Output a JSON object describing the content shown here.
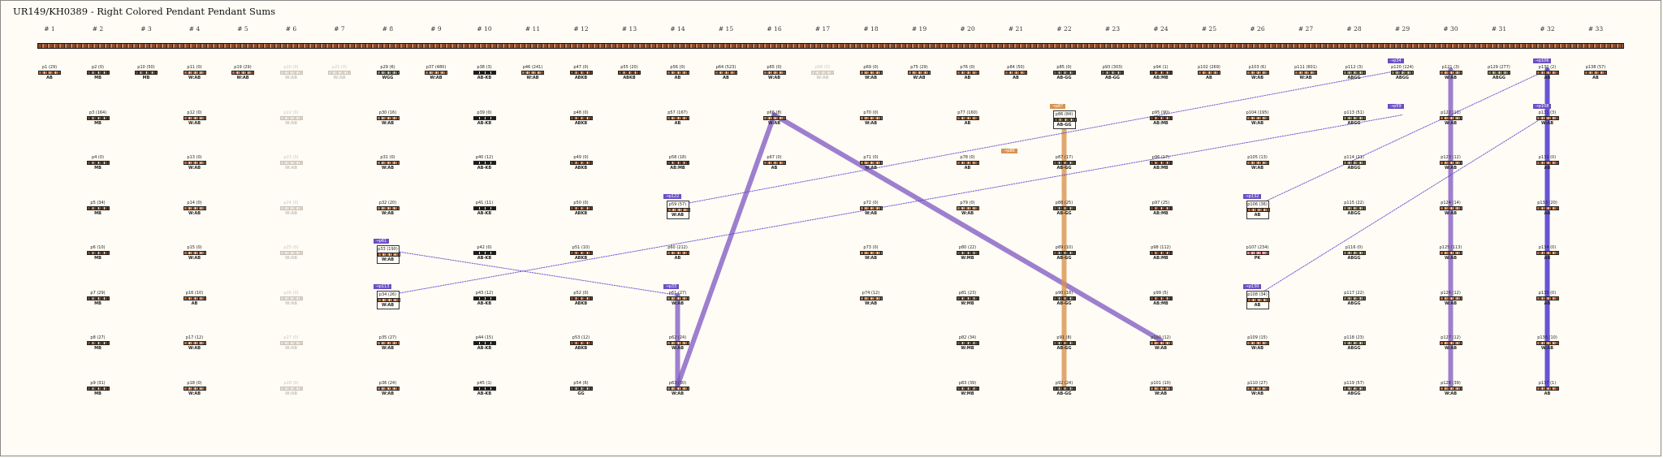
{
  "title": "UR149/KH0389 - Right Colored Pendant Pendant Sums",
  "columns": [
    "# 1",
    "# 2",
    "# 3",
    "# 4",
    "# 5",
    "# 6",
    "# 7",
    "# 8",
    "# 9",
    "# 10",
    "# 11",
    "# 12",
    "# 13",
    "# 14",
    "# 15",
    "# 16",
    "# 17",
    "# 18",
    "# 19",
    "# 20",
    "# 21",
    "# 22",
    "# 23",
    "# 24",
    "# 25",
    "# 26",
    "# 27",
    "# 28",
    "# 29",
    "# 30",
    "# 31",
    "# 32",
    "# 33"
  ],
  "colors": {
    "MB": "#6b4a33",
    "W:AB": "#b87a52",
    "AB": "#b36a3e",
    "AB-KB": "#1e1e1e",
    "ABKB": "#8a4f30",
    "AB:MB": "#7a4a30",
    "ABGG": "#8d7a55",
    "AB-GG": "#6d5a3e",
    "GG": "#5e5e4e",
    "W": "#e8e2d0",
    "WGG": "#7d7d66",
    "W:MB": "#6e5540",
    "PK": "#e28b8b",
    "link": "#6a4fc4",
    "link_alt": "#d8924e"
  },
  "pendants": [
    {
      "col": 1,
      "row": 0,
      "label": "p1 (29)",
      "color": "AB"
    },
    {
      "col": 2,
      "row": 0,
      "label": "p2 (0)",
      "color": "MB"
    },
    {
      "col": 3,
      "row": 0,
      "label": "p10 (50)",
      "color": "MB"
    },
    {
      "col": 4,
      "row": 0,
      "label": "p11 (0)",
      "color": "W:AB"
    },
    {
      "col": 5,
      "row": 0,
      "label": "p19 (29)",
      "color": "W:AB"
    },
    {
      "col": 6,
      "row": 0,
      "label": "p20 (0)",
      "color": "W:AB",
      "faded": true
    },
    {
      "col": 7,
      "row": 0,
      "label": "p21 (0)",
      "color": "W:AB",
      "faded": true
    },
    {
      "col": 8,
      "row": 0,
      "label": "p29 (6)",
      "color": "WGG"
    },
    {
      "col": 9,
      "row": 0,
      "label": "p37 (480)",
      "color": "W:AB"
    },
    {
      "col": 10,
      "row": 0,
      "label": "p38 (3)",
      "color": "AB-KB"
    },
    {
      "col": 11,
      "row": 0,
      "label": "p46 (241)",
      "color": "W:AB"
    },
    {
      "col": 12,
      "row": 0,
      "label": "p47 (0)",
      "color": "ABKB"
    },
    {
      "col": 13,
      "row": 0,
      "label": "p55 (20)",
      "color": "ABKB"
    },
    {
      "col": 14,
      "row": 0,
      "label": "p56 (0)",
      "color": "AB"
    },
    {
      "col": 15,
      "row": 0,
      "label": "p64 (523)",
      "color": "AB"
    },
    {
      "col": 16,
      "row": 0,
      "label": "p65 (0)",
      "color": "W:AB"
    },
    {
      "col": 17,
      "row": 0,
      "label": "p66 (0)",
      "color": "W:AB",
      "faded": true
    },
    {
      "col": 18,
      "row": 0,
      "label": "p69 (0)",
      "color": "W:AB"
    },
    {
      "col": 19,
      "row": 0,
      "label": "p75 (29)",
      "color": "W:AB"
    },
    {
      "col": 20,
      "row": 0,
      "label": "p76 (0)",
      "color": "AB"
    },
    {
      "col": 21,
      "row": 0,
      "label": "p84 (50)",
      "color": "AB"
    },
    {
      "col": 22,
      "row": 0,
      "label": "p85 (0)",
      "color": "AB-GG"
    },
    {
      "col": 23,
      "row": 0,
      "label": "p93 (303)",
      "color": "AB-GG"
    },
    {
      "col": 24,
      "row": 0,
      "label": "p94 (1)",
      "color": "AB:MB"
    },
    {
      "col": 25,
      "row": 0,
      "label": "p102 (269)",
      "color": "AB"
    },
    {
      "col": 26,
      "row": 0,
      "label": "p103 (6)",
      "color": "W:AB"
    },
    {
      "col": 27,
      "row": 0,
      "label": "p111 (601)",
      "color": "W:AB"
    },
    {
      "col": 28,
      "row": 0,
      "label": "p112 (3)",
      "color": "ABGG"
    },
    {
      "col": 29,
      "row": 0,
      "label": "p120 (124)",
      "color": "ABGG"
    },
    {
      "col": 30,
      "row": 0,
      "label": "p121 (3)",
      "color": "W:AB"
    },
    {
      "col": 31,
      "row": 0,
      "label": "p129 (277)",
      "color": "ABGG"
    },
    {
      "col": 32,
      "row": 0,
      "label": "p130 (2)",
      "color": "AB"
    },
    {
      "col": 33,
      "row": 0,
      "label": "p138 (57)",
      "color": "AB"
    },
    {
      "col": 2,
      "row": 1,
      "label": "p3 (164)",
      "color": "MB"
    },
    {
      "col": 4,
      "row": 1,
      "label": "p12 (0)",
      "color": "W:AB"
    },
    {
      "col": 6,
      "row": 1,
      "label": "p22 (0)",
      "color": "W:AB",
      "faded": true
    },
    {
      "col": 8,
      "row": 1,
      "label": "p30 (16)",
      "color": "W:AB"
    },
    {
      "col": 10,
      "row": 1,
      "label": "p39 (0)",
      "color": "AB-KB"
    },
    {
      "col": 12,
      "row": 1,
      "label": "p48 (0)",
      "color": "ABKB"
    },
    {
      "col": 14,
      "row": 1,
      "label": "p57 (167)",
      "color": "AB"
    },
    {
      "col": 16,
      "row": 1,
      "label": "p66 (8)",
      "color": "W:AB"
    },
    {
      "col": 18,
      "row": 1,
      "label": "p70 (0)",
      "color": "W:AB"
    },
    {
      "col": 20,
      "row": 1,
      "label": "p77 (160)",
      "color": "AB"
    },
    {
      "col": 22,
      "row": 1,
      "label": "p86 (84)",
      "color": "AB-GG",
      "boxed": true
    },
    {
      "col": 24,
      "row": 1,
      "label": "p95 (90)",
      "color": "AB:MB"
    },
    {
      "col": 26,
      "row": 1,
      "label": "p104 (195)",
      "color": "W:AB"
    },
    {
      "col": 28,
      "row": 1,
      "label": "p113 (51)",
      "color": "ABGG"
    },
    {
      "col": 30,
      "row": 1,
      "label": "p122 (11)",
      "color": "W:AB"
    },
    {
      "col": 32,
      "row": 1,
      "label": "p131 (3)",
      "color": "W:AB"
    },
    {
      "col": 2,
      "row": 2,
      "label": "p4 (0)",
      "color": "MB"
    },
    {
      "col": 4,
      "row": 2,
      "label": "p13 (0)",
      "color": "W:AB"
    },
    {
      "col": 6,
      "row": 2,
      "label": "p23 (0)",
      "color": "W:AB",
      "faded": true
    },
    {
      "col": 8,
      "row": 2,
      "label": "p31 (0)",
      "color": "W:AB"
    },
    {
      "col": 10,
      "row": 2,
      "label": "p40 (12)",
      "color": "AB-KB"
    },
    {
      "col": 12,
      "row": 2,
      "label": "p49 (0)",
      "color": "ABKB"
    },
    {
      "col": 14,
      "row": 2,
      "label": "p58 (18)",
      "color": "AB:MB"
    },
    {
      "col": 16,
      "row": 2,
      "label": "p67 (0)",
      "color": "AB"
    },
    {
      "col": 18,
      "row": 2,
      "label": "p71 (0)",
      "color": "W:AB"
    },
    {
      "col": 20,
      "row": 2,
      "label": "p78 (0)",
      "color": "AB"
    },
    {
      "col": 22,
      "row": 2,
      "label": "p87 (17)",
      "color": "AB-GG"
    },
    {
      "col": 24,
      "row": 2,
      "label": "p96 (17)",
      "color": "AB:MB"
    },
    {
      "col": 26,
      "row": 2,
      "label": "p105 (13)",
      "color": "W:AB"
    },
    {
      "col": 28,
      "row": 2,
      "label": "p114 (21)",
      "color": "ABGG"
    },
    {
      "col": 30,
      "row": 2,
      "label": "p123 (12)",
      "color": "W:AB"
    },
    {
      "col": 32,
      "row": 2,
      "label": "p132 (0)",
      "color": "AB"
    },
    {
      "col": 2,
      "row": 3,
      "label": "p5 (34)",
      "color": "MB"
    },
    {
      "col": 4,
      "row": 3,
      "label": "p14 (0)",
      "color": "W:AB"
    },
    {
      "col": 6,
      "row": 3,
      "label": "p24 (0)",
      "color": "W:AB",
      "faded": true
    },
    {
      "col": 8,
      "row": 3,
      "label": "p32 (20)",
      "color": "W:AB"
    },
    {
      "col": 10,
      "row": 3,
      "label": "p41 (11)",
      "color": "AB-KB"
    },
    {
      "col": 12,
      "row": 3,
      "label": "p50 (0)",
      "color": "ABKB"
    },
    {
      "col": 14,
      "row": 3,
      "label": "p59 (57)",
      "color": "W:AB",
      "boxed": true
    },
    {
      "col": 18,
      "row": 3,
      "label": "p72 (0)",
      "color": "W:AB"
    },
    {
      "col": 20,
      "row": 3,
      "label": "p79 (0)",
      "color": "W:AB"
    },
    {
      "col": 22,
      "row": 3,
      "label": "p88 (25)",
      "color": "AB-GG"
    },
    {
      "col": 24,
      "row": 3,
      "label": "p97 (25)",
      "color": "AB:MB"
    },
    {
      "col": 26,
      "row": 3,
      "label": "p106 (36)",
      "color": "AB",
      "boxed": true
    },
    {
      "col": 28,
      "row": 3,
      "label": "p115 (22)",
      "color": "ABGG"
    },
    {
      "col": 30,
      "row": 3,
      "label": "p124 (14)",
      "color": "W:AB"
    },
    {
      "col": 32,
      "row": 3,
      "label": "p133 (20)",
      "color": "AB"
    },
    {
      "col": 2,
      "row": 4,
      "label": "p6 (10)",
      "color": "MB"
    },
    {
      "col": 4,
      "row": 4,
      "label": "p15 (0)",
      "color": "W:AB"
    },
    {
      "col": 6,
      "row": 4,
      "label": "p25 (0)",
      "color": "W:AB",
      "faded": true
    },
    {
      "col": 8,
      "row": 4,
      "label": "p33 (190)",
      "color": "W:AB",
      "boxed": true
    },
    {
      "col": 10,
      "row": 4,
      "label": "p42 (0)",
      "color": "AB-KB"
    },
    {
      "col": 12,
      "row": 4,
      "label": "p51 (10)",
      "color": "ABKB"
    },
    {
      "col": 14,
      "row": 4,
      "label": "p60 (212)",
      "color": "AB"
    },
    {
      "col": 18,
      "row": 4,
      "label": "p73 (0)",
      "color": "W:AB"
    },
    {
      "col": 20,
      "row": 4,
      "label": "p80 (22)",
      "color": "W:MB"
    },
    {
      "col": 22,
      "row": 4,
      "label": "p89 (10)",
      "color": "AB-GG"
    },
    {
      "col": 24,
      "row": 4,
      "label": "p98 (112)",
      "color": "AB:MB"
    },
    {
      "col": 26,
      "row": 4,
      "label": "p107 (234)",
      "color": "PK"
    },
    {
      "col": 28,
      "row": 4,
      "label": "p116 (0)",
      "color": "ABGG"
    },
    {
      "col": 30,
      "row": 4,
      "label": "p125 (113)",
      "color": "W:AB"
    },
    {
      "col": 32,
      "row": 4,
      "label": "p134 (0)",
      "color": "AB"
    },
    {
      "col": 2,
      "row": 5,
      "label": "p7 (29)",
      "color": "MB"
    },
    {
      "col": 4,
      "row": 5,
      "label": "p16 (10)",
      "color": "AB"
    },
    {
      "col": 6,
      "row": 5,
      "label": "p26 (0)",
      "color": "W:AB",
      "faded": true
    },
    {
      "col": 8,
      "row": 5,
      "label": "p34 (26)",
      "color": "W:AB",
      "boxed": true
    },
    {
      "col": 10,
      "row": 5,
      "label": "p43 (12)",
      "color": "AB-KB"
    },
    {
      "col": 12,
      "row": 5,
      "label": "p52 (0)",
      "color": "ABKB"
    },
    {
      "col": 14,
      "row": 5,
      "label": "p61 (27)",
      "color": "W:AB"
    },
    {
      "col": 18,
      "row": 5,
      "label": "p74 (12)",
      "color": "W:AB"
    },
    {
      "col": 20,
      "row": 5,
      "label": "p81 (23)",
      "color": "W:MB"
    },
    {
      "col": 22,
      "row": 5,
      "label": "p90 (18)",
      "color": "AB-GG"
    },
    {
      "col": 24,
      "row": 5,
      "label": "p99 (5)",
      "color": "AB:MB"
    },
    {
      "col": 26,
      "row": 5,
      "label": "p108 (34)",
      "color": "AB",
      "boxed": true
    },
    {
      "col": 28,
      "row": 5,
      "label": "p117 (22)",
      "color": "ABGG"
    },
    {
      "col": 30,
      "row": 5,
      "label": "p126 (12)",
      "color": "W:AB"
    },
    {
      "col": 32,
      "row": 5,
      "label": "p135 (0)",
      "color": "AB"
    },
    {
      "col": 2,
      "row": 6,
      "label": "p8 (27)",
      "color": "MB"
    },
    {
      "col": 4,
      "row": 6,
      "label": "p17 (12)",
      "color": "W:AB"
    },
    {
      "col": 6,
      "row": 6,
      "label": "p27 (0)",
      "color": "W:AB",
      "faded": true
    },
    {
      "col": 8,
      "row": 6,
      "label": "p35 (27)",
      "color": "W:AB"
    },
    {
      "col": 10,
      "row": 6,
      "label": "p44 (15)",
      "color": "AB-KB"
    },
    {
      "col": 12,
      "row": 6,
      "label": "p53 (12)",
      "color": "ABKB"
    },
    {
      "col": 14,
      "row": 6,
      "label": "p62 (24)",
      "color": "W:AB"
    },
    {
      "col": 20,
      "row": 6,
      "label": "p82 (34)",
      "color": "W:MB"
    },
    {
      "col": 22,
      "row": 6,
      "label": "p91 (8)",
      "color": "AB-GG"
    },
    {
      "col": 24,
      "row": 6,
      "label": "p100 (12)",
      "color": "W:AB"
    },
    {
      "col": 26,
      "row": 6,
      "label": "p109 (15)",
      "color": "W:AB"
    },
    {
      "col": 28,
      "row": 6,
      "label": "p118 (23)",
      "color": "ABGG"
    },
    {
      "col": 30,
      "row": 6,
      "label": "p127 (12)",
      "color": "W:AB"
    },
    {
      "col": 32,
      "row": 6,
      "label": "p136 (10)",
      "color": "W:AB"
    },
    {
      "col": 2,
      "row": 7,
      "label": "p9 (31)",
      "color": "MB"
    },
    {
      "col": 4,
      "row": 7,
      "label": "p18 (0)",
      "color": "W:AB"
    },
    {
      "col": 6,
      "row": 7,
      "label": "p28 (0)",
      "color": "W:AB",
      "faded": true
    },
    {
      "col": 8,
      "row": 7,
      "label": "p36 (24)",
      "color": "W:AB"
    },
    {
      "col": 10,
      "row": 7,
      "label": "p45 (1)",
      "color": "AB-KB"
    },
    {
      "col": 12,
      "row": 7,
      "label": "p54 (6)",
      "color": "GG"
    },
    {
      "col": 14,
      "row": 7,
      "label": "p63 (30)",
      "color": "W:AB"
    },
    {
      "col": 20,
      "row": 7,
      "label": "p83 (39)",
      "color": "W:MB"
    },
    {
      "col": 22,
      "row": 7,
      "label": "p92 (24)",
      "color": "AB-GG"
    },
    {
      "col": 24,
      "row": 7,
      "label": "p101 (10)",
      "color": "W:AB"
    },
    {
      "col": 26,
      "row": 7,
      "label": "p110 (27)",
      "color": "W:AB"
    },
    {
      "col": 28,
      "row": 7,
      "label": "p119 (57)",
      "color": "ABGG"
    },
    {
      "col": 30,
      "row": 7,
      "label": "p128 (39)",
      "color": "W:AB"
    },
    {
      "col": 32,
      "row": 7,
      "label": "p137 (1)",
      "color": "AB"
    }
  ],
  "tags": [
    {
      "col": 8,
      "row": 4,
      "label": "p61"
    },
    {
      "col": 8,
      "row": 5,
      "label": "p113"
    },
    {
      "col": 14,
      "row": 5,
      "label": "p33"
    },
    {
      "col": 14,
      "row": 3,
      "label": "p122"
    },
    {
      "col": 22,
      "row": 1,
      "label": "p87",
      "orange": true
    },
    {
      "col": 21,
      "row": 2,
      "label": "p86",
      "orange": true
    },
    {
      "col": 26,
      "row": 3,
      "label": "p132"
    },
    {
      "col": 26,
      "row": 5,
      "label": "p130"
    },
    {
      "col": 29,
      "row": 0,
      "label": "p34"
    },
    {
      "col": 29,
      "row": 1,
      "label": "p59"
    },
    {
      "col": 32,
      "row": 0,
      "label": "p106"
    },
    {
      "col": 32,
      "row": 1,
      "label": "p108"
    }
  ],
  "links": [
    {
      "from": [
        16,
        1
      ],
      "to": [
        14,
        7
      ],
      "style": "thick"
    },
    {
      "from": [
        16,
        1
      ],
      "to": [
        24,
        6
      ],
      "style": "thick"
    },
    {
      "from": [
        14,
        5
      ],
      "to": [
        14,
        7
      ],
      "style": "thick"
    },
    {
      "from": [
        30,
        0
      ],
      "to": [
        30,
        7
      ],
      "style": "thick"
    },
    {
      "from": [
        32,
        0
      ],
      "to": [
        32,
        7
      ],
      "style": "thick_dark"
    },
    {
      "from": [
        22,
        1
      ],
      "to": [
        22,
        7
      ],
      "style": "thick_orange"
    },
    {
      "from": [
        8,
        4
      ],
      "to": [
        14,
        5
      ],
      "style": "dotted"
    },
    {
      "from": [
        8,
        5
      ],
      "to": [
        29,
        1
      ],
      "style": "dotted"
    },
    {
      "from": [
        14,
        3
      ],
      "to": [
        29,
        0
      ],
      "style": "dotted"
    },
    {
      "from": [
        26,
        3
      ],
      "to": [
        32,
        0
      ],
      "style": "dotted"
    },
    {
      "from": [
        26,
        5
      ],
      "to": [
        32,
        1
      ],
      "style": "dotted"
    }
  ]
}
